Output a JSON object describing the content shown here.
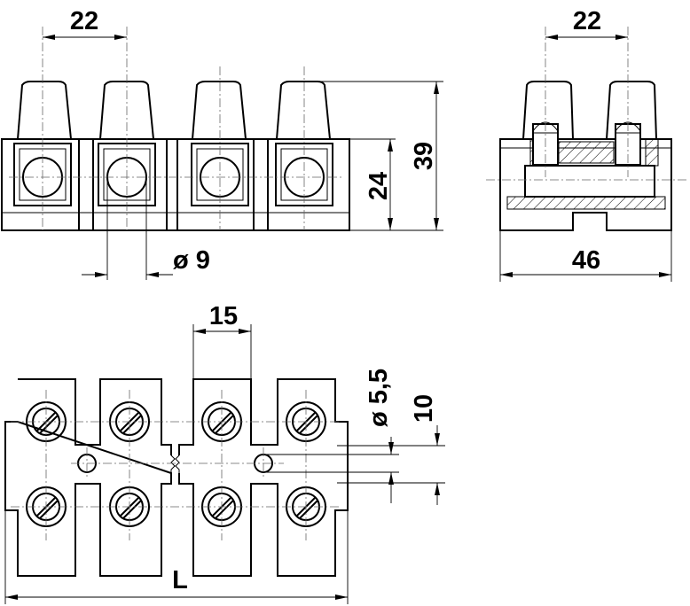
{
  "dimensions": {
    "front_pitch": "22",
    "front_height_total": "39",
    "front_height_body": "24",
    "front_hole_dia": "ø 9",
    "side_pitch": "22",
    "side_width": "46",
    "top_pitch": "15",
    "top_screw_dia": "ø 5,5",
    "top_screw_spacing": "10",
    "top_length": "L"
  }
}
